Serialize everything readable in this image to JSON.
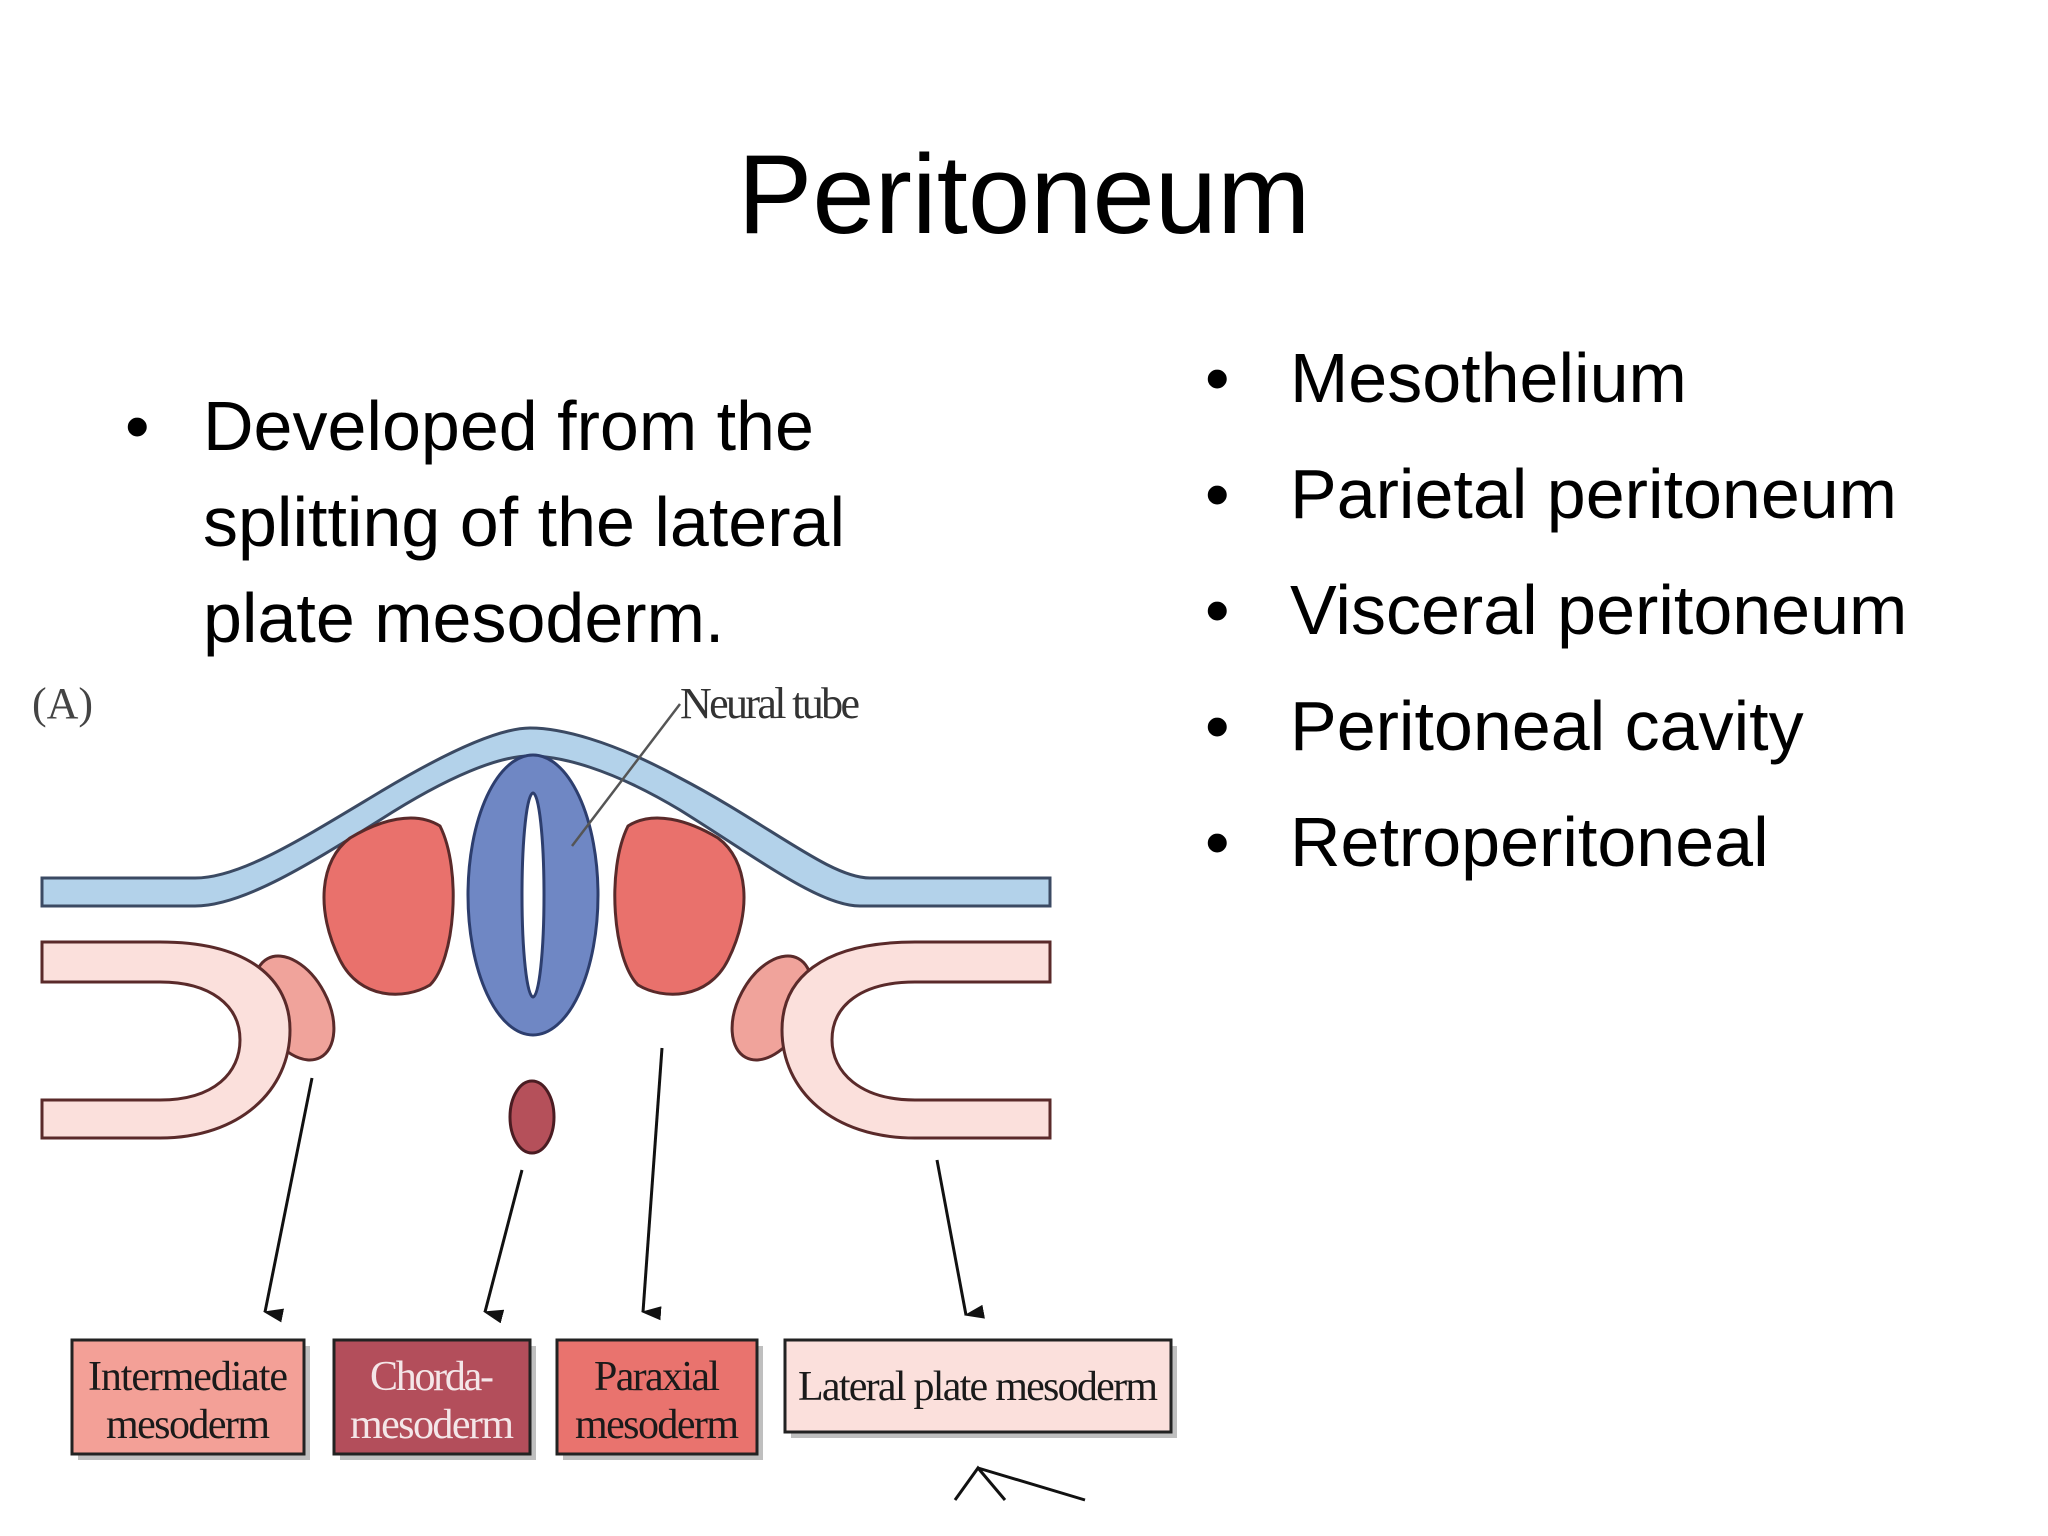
{
  "slide": {
    "title": "Peritoneum",
    "left_bullets": [
      "Developed from the splitting of the lateral plate mesoderm."
    ],
    "right_bullets": [
      "Mesothelium",
      "Parietal peritoneum",
      "Visceral peritoneum",
      "Peritoneal cavity",
      "Retroperitoneal"
    ]
  },
  "figure": {
    "panel_label": "(A)",
    "neural_tube_label": "Neural tube",
    "boxes": {
      "intermediate": [
        "Intermediate",
        "mesoderm"
      ],
      "chorda": [
        "Chorda-",
        "mesoderm"
      ],
      "paraxial": [
        "Paraxial",
        "mesoderm"
      ],
      "lateral": "Lateral plate mesoderm"
    },
    "colors": {
      "ectoderm": "#b3d2ea",
      "neural_tube": "#6f87c4",
      "somite": "#e9716c",
      "intermediate": "#f0a39b",
      "lateral_plate": "#fbe0dc",
      "notochord": "#b5505a",
      "chorda_box": "#b34e5b",
      "paraxial_box": "#e9736e",
      "intermediate_box": "#f3a097"
    }
  }
}
